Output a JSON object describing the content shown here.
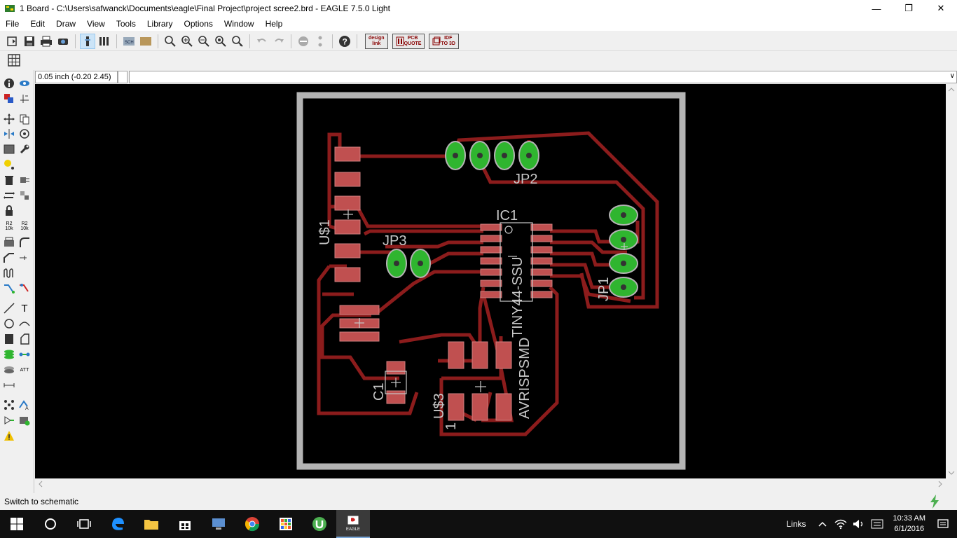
{
  "window": {
    "title": "1 Board - C:\\Users\\safwanck\\Documents\\eagle\\Final Project\\project scree2.brd - EAGLE 7.5.0 Light",
    "minimize": "—",
    "maximize": "❐",
    "close": "✕"
  },
  "menu": [
    "File",
    "Edit",
    "Draw",
    "View",
    "Tools",
    "Library",
    "Options",
    "Window",
    "Help"
  ],
  "toolbar": {
    "design_link_label_1": "design",
    "design_link_label_2": "link",
    "pcb_quote_label_1": "PCB",
    "pcb_quote_label_2": "QUOTE",
    "idf_label_1": "IDF",
    "idf_label_2": "TO 3D",
    "sch_label": "SCH"
  },
  "command": {
    "coordinate_readout": "0.05 inch (-0.20 2.45)",
    "command_value": ""
  },
  "left_tools": {
    "r2_label_1": "R2",
    "r2_sub_1": "10k",
    "r2_label_2": "R2",
    "r2_sub_2": "10k",
    "text_tool": "T",
    "attr_label": "ATT",
    "arc_label": "A"
  },
  "board": {
    "labels": {
      "jp2": "JP2",
      "ic1": "IC1",
      "us1": "U$1",
      "jp3": "JP3",
      "tiny44": "TINY44-SSU",
      "jp1": "JP1",
      "c1": "C1",
      "us3": "U$3",
      "one": "1",
      "avrisp": "AVRISPSMD"
    },
    "colors": {
      "outline": "#b4b4b4",
      "trace": "#8c1c1c",
      "pad_fill": "#c05050",
      "via": "#2fb52f",
      "silk": "#c8c8c8"
    }
  },
  "status": {
    "text": "Switch to schematic"
  },
  "taskbar": {
    "links": "Links",
    "time": "10:33 AM",
    "date": "6/1/2016",
    "eagle_label": "EAGLE"
  }
}
